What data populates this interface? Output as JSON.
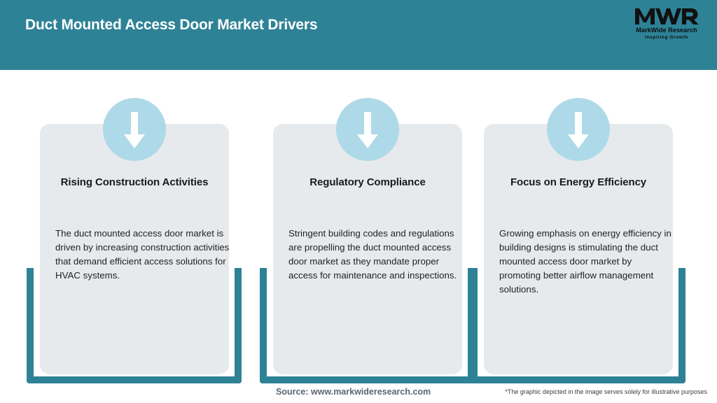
{
  "header": {
    "title": "Duct Mounted Access Door Market Drivers",
    "background_color": "#2e8296",
    "title_color": "#ffffff",
    "logo": {
      "mark": "MWR",
      "name": "MarkWide Research",
      "tagline": "Inspiring Growth"
    }
  },
  "cards": [
    {
      "icon": "arrow-down-icon",
      "title": "Rising Construction Activities",
      "body": "The duct mounted access door market is driven by increasing construction activities that demand efficient access solutions for HVAC systems."
    },
    {
      "icon": "arrow-down-icon",
      "title": "Regulatory Compliance",
      "body": "Stringent building codes and regulations are propelling the duct mounted access door market as they mandate proper access for maintenance and inspections."
    },
    {
      "icon": "arrow-down-icon",
      "title": "Focus on Energy Efficiency",
      "body": "Growing emphasis on energy efficiency in building designs is stimulating the duct mounted access door market by promoting better airflow management solutions."
    }
  ],
  "footer": {
    "source": "Source: www.markwideresearch.com",
    "disclaimer": "*The graphic depicted in the image serves solely for illustrative purposes"
  },
  "colors": {
    "accent_teal": "#2e8296",
    "panel_gray": "#e7eaec",
    "icon_blue": "#aed9e8"
  }
}
